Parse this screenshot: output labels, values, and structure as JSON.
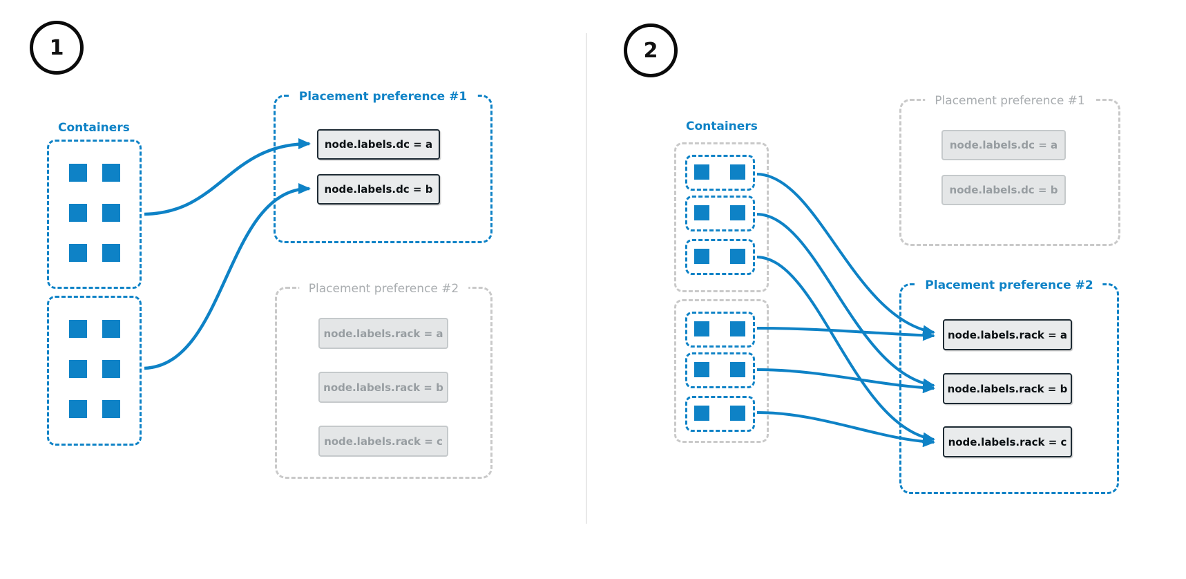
{
  "colors": {
    "accent_blue": "#0e82c6",
    "inactive_gray": "#c9c9c9",
    "inactive_text": "#a9adb0",
    "inactive_box_fill": "#e4e6e7",
    "inactive_box_border": "#c5c9cb",
    "active_box_fill": "#e9ebec",
    "active_box_border": "#1d2a33",
    "divider": "#e9e9e9"
  },
  "panels": [
    {
      "step": "1",
      "containers_label": "Containers",
      "preferences": [
        {
          "title": "Placement preference #1",
          "state": "active",
          "labels": [
            "node.labels.dc = a",
            "node.labels.dc = b"
          ]
        },
        {
          "title": "Placement preference #2",
          "state": "inactive",
          "labels": [
            "node.labels.rack = a",
            "node.labels.rack = b",
            "node.labels.rack = c"
          ]
        }
      ]
    },
    {
      "step": "2",
      "containers_label": "Containers",
      "preferences": [
        {
          "title": "Placement preference #1",
          "state": "inactive",
          "labels": [
            "node.labels.dc = a",
            "node.labels.dc = b"
          ]
        },
        {
          "title": "Placement preference #2",
          "state": "active",
          "labels": [
            "node.labels.rack = a",
            "node.labels.rack = b",
            "node.labels.rack = c"
          ]
        }
      ]
    }
  ]
}
